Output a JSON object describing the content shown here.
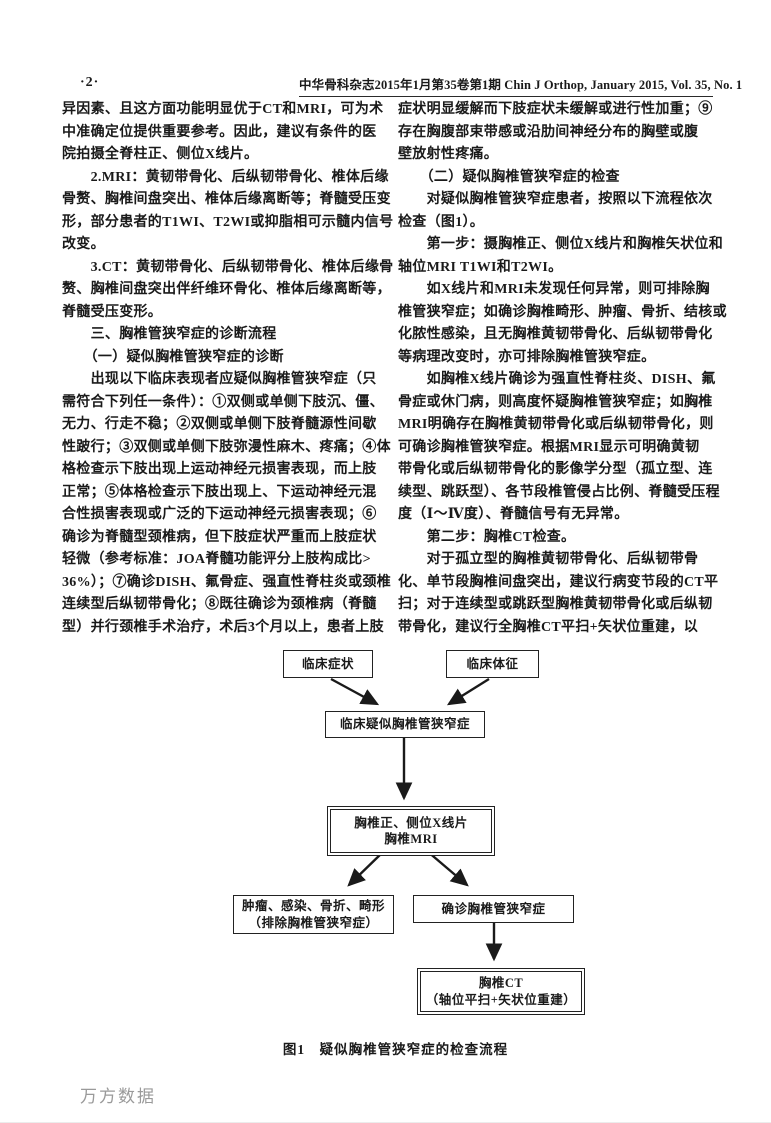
{
  "header": {
    "page_number": "·2·",
    "citation": "中华骨科杂志2015年1月第35卷第1期 Chin J Orthop, January 2015, Vol. 35, No. 1"
  },
  "left_column": {
    "lines": [
      "异因素、且这方面功能明显优于CT和MRI，可为术",
      "中准确定位提供重要参考。因此，建议有条件的医",
      "院拍摄全脊柱正、侧位X线片。",
      "　　2.MRI：黄韧带骨化、后纵韧带骨化、椎体后缘",
      "骨赘、胸椎间盘突出、椎体后缘离断等；脊髓受压变",
      "形，部分患者的T1WI、T2WI或抑脂相可示髓内信号",
      "改变。",
      "　　3.CT：黄韧带骨化、后纵韧带骨化、椎体后缘骨",
      "赘、胸椎间盘突出伴纤维环骨化、椎体后缘离断等，",
      "脊髓受压变形。",
      {
        "t": "　　三、胸椎管狭窄症的诊断流程",
        "b": true
      },
      {
        "t": "　　（一）疑似胸椎管狭窄症的诊断",
        "b": true
      },
      "　　出现以下临床表现者应疑似胸椎管狭窄症（只",
      "需符合下列任一条件）：①双侧或单侧下肢沉、僵、",
      "无力、行走不稳；②双侧或单侧下肢脊髓源性间歇",
      "性跛行；③双侧或单侧下肢弥漫性麻木、疼痛；④体",
      "格检查示下肢出现上运动神经元损害表现，而上肢",
      "正常；⑤体格检查示下肢出现上、下运动神经元混",
      "合性损害表现或广泛的下运动神经元损害表现；⑥",
      "确诊为脊髓型颈椎病，但下肢症状严重而上肢症状",
      "轻微（参考标准：JOA脊髓功能评分上肢构成比>",
      "36%）；⑦确诊DISH、氟骨症、强直性脊柱炎或颈椎",
      "连续型后纵韧带骨化；⑧既往确诊为颈椎病（脊髓",
      "型）并行颈椎手术治疗，术后3个月以上，患者上肢"
    ]
  },
  "right_column": {
    "lines": [
      "症状明显缓解而下肢症状未缓解或进行性加重；⑨",
      "存在胸腹部束带感或沿肋间神经分布的胸壁或腹",
      "壁放射性疼痛。",
      {
        "t": "　　（二）疑似胸椎管狭窄症的检查",
        "b": true
      },
      "　　对疑似胸椎管狭窄症患者，按照以下流程依次",
      "检查（图1）。",
      "　　第一步：摄胸椎正、侧位X线片和胸椎矢状位和",
      "轴位MRI T1WI和T2WI。",
      "　　如X线片和MRI未发现任何异常，则可排除胸",
      "椎管狭窄症；如确诊胸椎畸形、肿瘤、骨折、结核或",
      "化脓性感染，且无胸椎黄韧带骨化、后纵韧带骨化",
      "等病理改变时，亦可排除胸椎管狭窄症。",
      "　　如胸椎X线片确诊为强直性脊柱炎、DISH、氟",
      "骨症或休门病，则高度怀疑胸椎管狭窄症；如胸椎",
      "MRI明确存在胸椎黄韧带骨化或后纵韧带骨化，则",
      "可确诊胸椎管狭窄症。根据MRI显示可明确黄韧",
      "带骨化或后纵韧带骨化的影像学分型（孤立型、连",
      "续型、跳跃型）、各节段椎管侵占比例、脊髓受压程",
      "度（Ⅰ～Ⅳ度）、脊髓信号有无异常。",
      "　　第二步：胸椎CT检查。",
      "　　对于孤立型的胸椎黄韧带骨化、后纵韧带骨",
      "化、单节段胸椎间盘突出，建议行病变节段的CT平",
      "扫；对于连续型或跳跃型胸椎黄韧带骨化或后纵韧",
      "带骨化，建议行全胸椎CT平扫+矢状位重建，以"
    ]
  },
  "flowchart": {
    "boxes": {
      "symptoms": "临床症状",
      "signs": "临床体征",
      "suspected": "临床疑似胸椎管狭窄症",
      "xray_line1": "胸椎正、侧位X线片",
      "xray_line2": "胸椎MRI",
      "exclude_line1": "肿瘤、感染、骨折、畸形",
      "exclude_line2": "（排除胸椎管狭窄症）",
      "confirmed": "确诊胸椎管狭窄症",
      "ct_line1": "胸椎CT",
      "ct_line2": "（轴位平扫+矢状位重建）"
    },
    "caption": "图1　疑似胸椎管狭窄症的检查流程"
  },
  "watermark": "万方数据",
  "colors": {
    "ink": "#1a1a1a",
    "watermark": "#9a9a9a"
  }
}
